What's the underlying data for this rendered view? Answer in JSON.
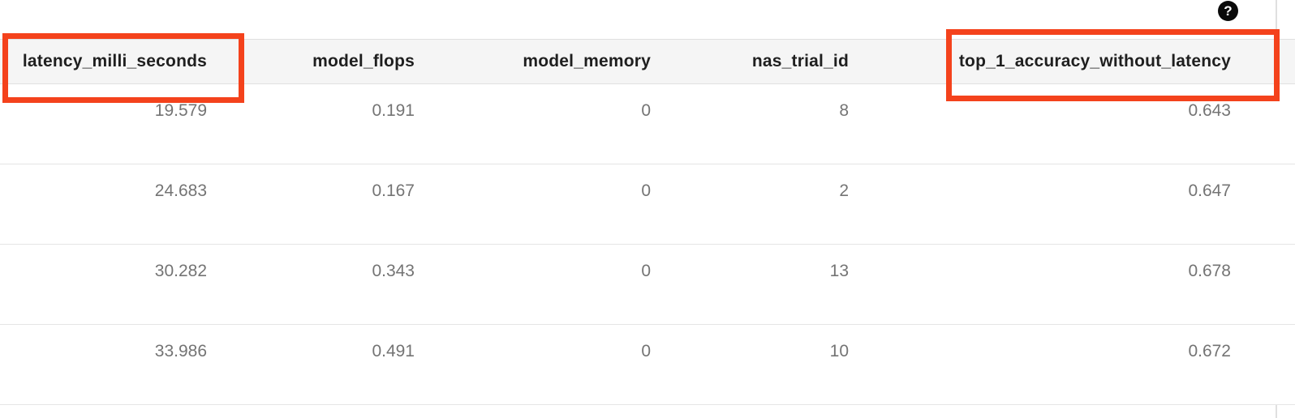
{
  "help": {
    "icon_glyph": "?"
  },
  "colors": {
    "annotation": "#f4421c",
    "header_background": "#f5f5f5",
    "divider": "#e0e0e0",
    "header_text": "#1f1f1f",
    "cell_text": "#747474",
    "help_icon_background": "#0a0a0a"
  },
  "table": {
    "columns": [
      {
        "label": "latency_milli_seconds",
        "highlighted": true
      },
      {
        "label": "model_flops",
        "highlighted": false
      },
      {
        "label": "model_memory",
        "highlighted": false
      },
      {
        "label": "nas_trial_id",
        "highlighted": false
      },
      {
        "label": "top_1_accuracy_without_latency",
        "highlighted": true
      }
    ],
    "rows": [
      [
        "19.579",
        "0.191",
        "0",
        "8",
        "0.643"
      ],
      [
        "24.683",
        "0.167",
        "0",
        "2",
        "0.647"
      ],
      [
        "30.282",
        "0.343",
        "0",
        "13",
        "0.678"
      ],
      [
        "33.986",
        "0.491",
        "0",
        "10",
        "0.672"
      ]
    ]
  }
}
